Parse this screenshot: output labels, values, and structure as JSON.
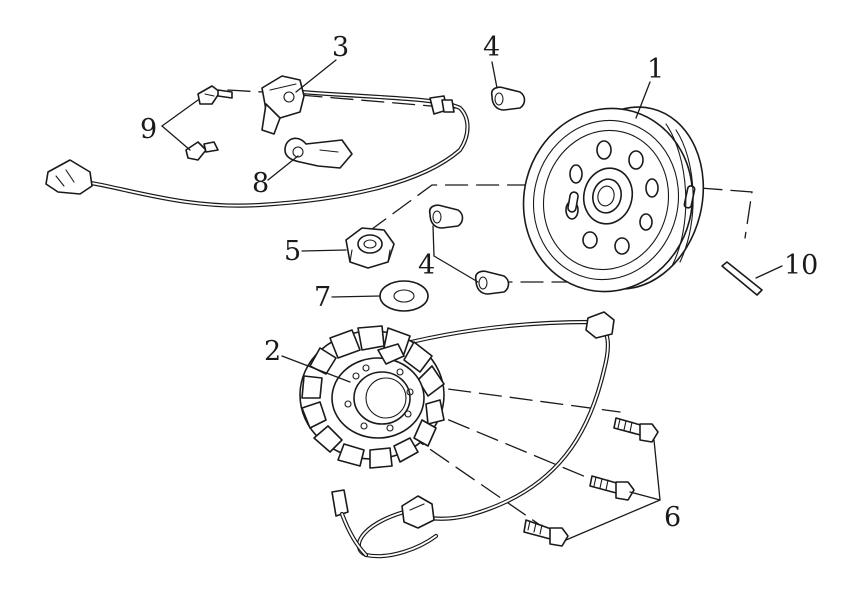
{
  "diagram": {
    "callouts": [
      {
        "id": "c1",
        "text": "1"
      },
      {
        "id": "c2",
        "text": "2"
      },
      {
        "id": "c3",
        "text": "3"
      },
      {
        "id": "c4a",
        "text": "4"
      },
      {
        "id": "c4b",
        "text": "4"
      },
      {
        "id": "c5",
        "text": "5"
      },
      {
        "id": "c6",
        "text": "6"
      },
      {
        "id": "c7",
        "text": "7"
      },
      {
        "id": "c8",
        "text": "8"
      },
      {
        "id": "c9",
        "text": "9"
      },
      {
        "id": "c10",
        "text": "10"
      }
    ]
  }
}
